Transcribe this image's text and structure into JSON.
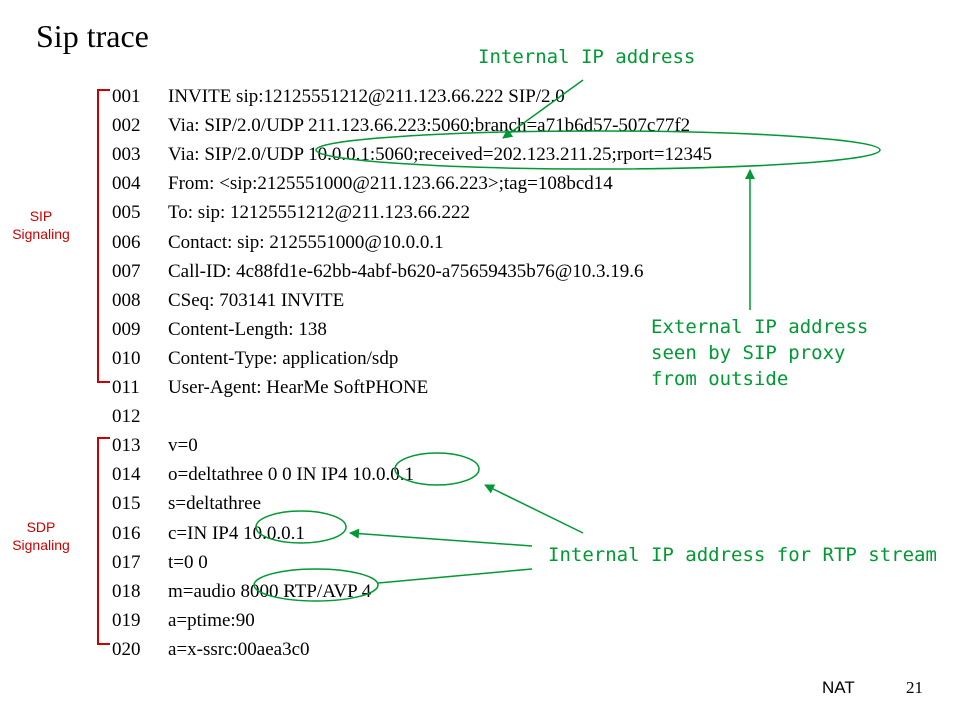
{
  "slide": {
    "title": "Sip trace",
    "footer_label": "NAT",
    "page_number": "21"
  },
  "sections": {
    "sip_label_line1": "SIP",
    "sip_label_line2": "Signaling",
    "sdp_label_line1": "SDP",
    "sdp_label_line2": "Signaling"
  },
  "trace_lines": [
    {
      "num": "001",
      "text": "INVITE sip:12125551212@211.123.66.222 SIP/2.0"
    },
    {
      "num": "002",
      "text": "Via: SIP/2.0/UDP 211.123.66.223:5060;branch=a71b6d57-507c77f2"
    },
    {
      "num": "003",
      "text": "Via: SIP/2.0/UDP 10.0.0.1:5060;received=202.123.211.25;rport=12345"
    },
    {
      "num": "004",
      "text": "From: <sip:2125551000@211.123.66.223>;tag=108bcd14"
    },
    {
      "num": "005",
      "text": "To: sip: 12125551212@211.123.66.222"
    },
    {
      "num": "006",
      "text": "Contact: sip: 2125551000@10.0.0.1"
    },
    {
      "num": "007",
      "text": "Call-ID: 4c88fd1e-62bb-4abf-b620-a75659435b76@10.3.19.6"
    },
    {
      "num": "008",
      "text": "CSeq: 703141 INVITE"
    },
    {
      "num": "009",
      "text": "Content-Length: 138"
    },
    {
      "num": "010",
      "text": "Content-Type: application/sdp"
    },
    {
      "num": "011",
      "text": "User-Agent: HearMe SoftPHONE"
    },
    {
      "num": "012",
      "text": ""
    },
    {
      "num": "013",
      "text": "v=0"
    },
    {
      "num": "014",
      "text": "o=deltathree 0 0 IN IP4 10.0.0.1"
    },
    {
      "num": "015",
      "text": "s=deltathree"
    },
    {
      "num": "016",
      "text": "c=IN IP4 10.0.0.1"
    },
    {
      "num": "017",
      "text": "t=0 0"
    },
    {
      "num": "018",
      "text": "m=audio 8000 RTP/AVP 4"
    },
    {
      "num": "019",
      "text": "a=ptime:90"
    },
    {
      "num": "020",
      "text": "a=x-ssrc:00aea3c0"
    }
  ],
  "annotations": {
    "internal_ip": "Internal IP address",
    "external_ip_line1": "External IP address",
    "external_ip_line2": "seen by SIP proxy",
    "external_ip_line3": "from outside",
    "rtp_ip": "Internal IP address for RTP stream"
  },
  "colors": {
    "annotation": "#009933",
    "section_label": "#cc0000",
    "text": "#000000"
  }
}
